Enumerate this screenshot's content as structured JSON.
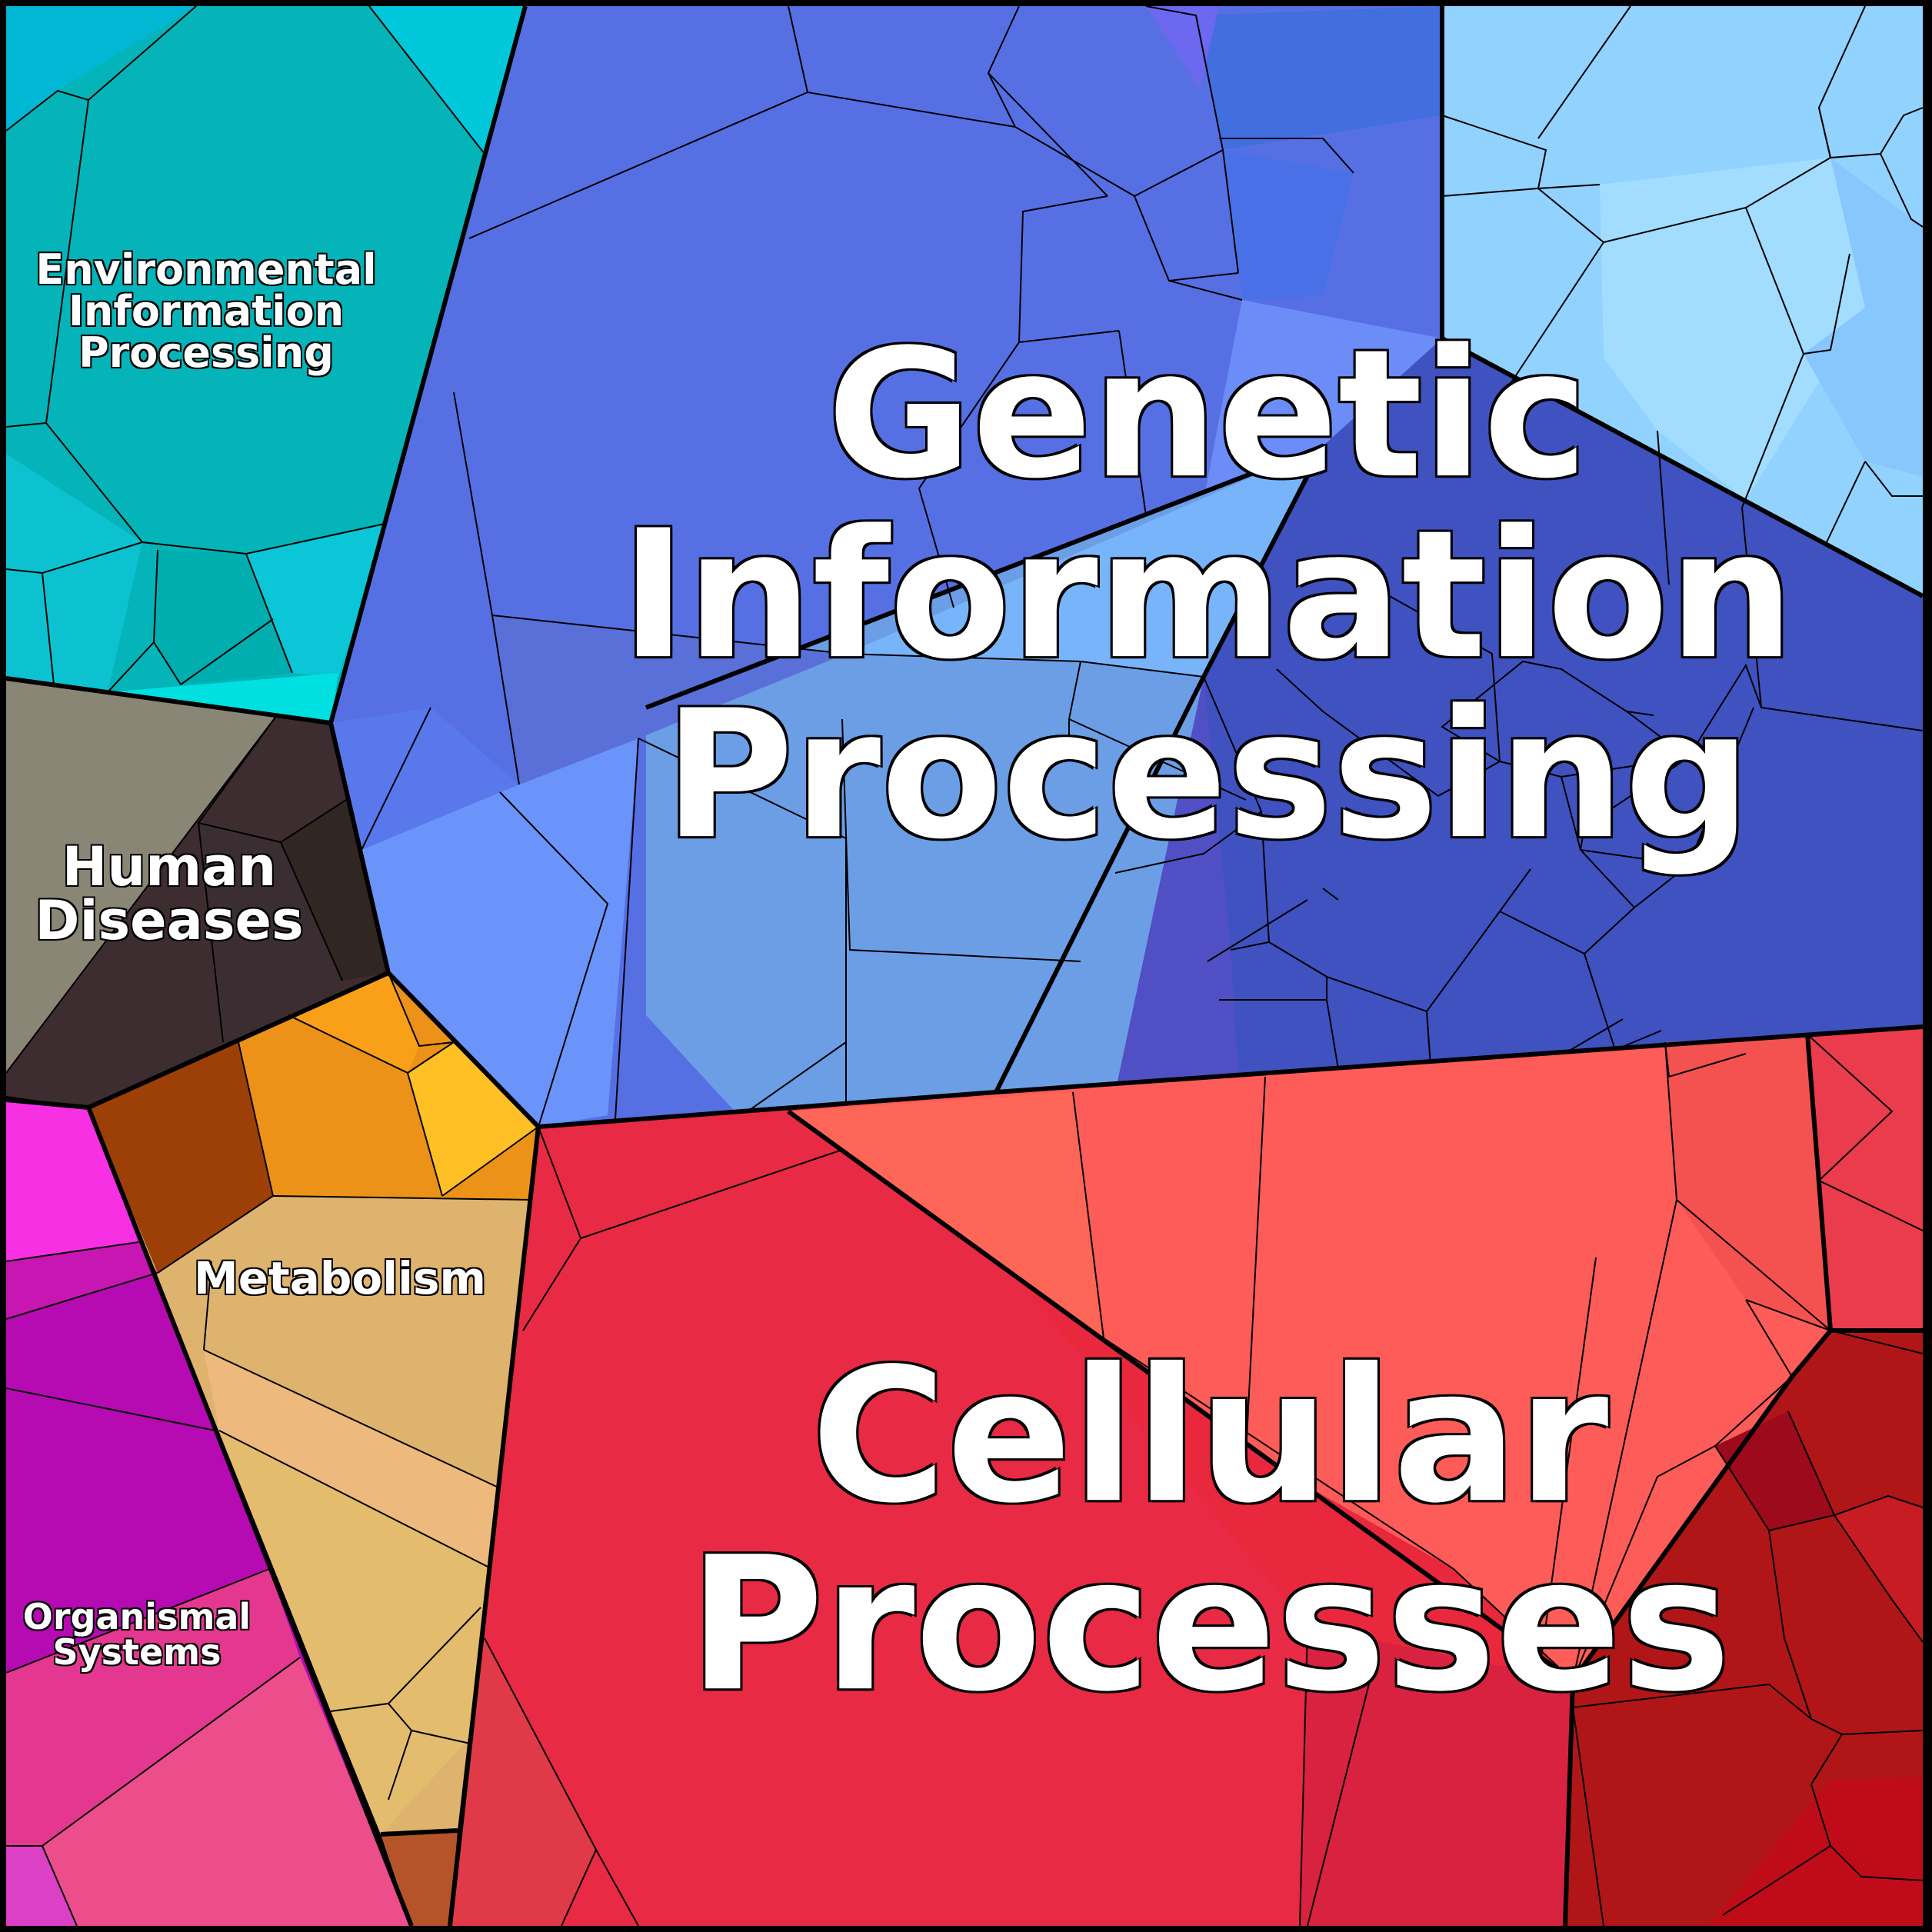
{
  "categories": [
    {
      "id": "env",
      "lines": [
        "Environmental",
        "Information",
        "Processing"
      ],
      "color": "#04b4b8"
    },
    {
      "id": "gip",
      "lines": [
        "Genetic",
        "Information",
        "Processing"
      ],
      "color": "#5670e4"
    },
    {
      "id": "hd",
      "lines": [
        "Human",
        "Diseases"
      ],
      "color": "#3d2c30"
    },
    {
      "id": "met",
      "lines": [
        "Metabolism"
      ],
      "color": "#deb36e"
    },
    {
      "id": "org",
      "lines": [
        "Organismal",
        "Systems"
      ],
      "color": "#b60ab2"
    },
    {
      "id": "cp",
      "lines": [
        "Cellular",
        "Processes"
      ],
      "color": "#e82a44"
    }
  ],
  "cell_colors": {
    "gip_light": "#92d2fe",
    "gip_dark": "#3f52c0",
    "gip_mid": "#6c9ee6",
    "cp_salmon": "#fe5c58",
    "cp_dark": "#b01618",
    "met_brown": "#9c4008",
    "met_orange": "#ec9218",
    "met_gold": "#fec024",
    "org_pink": "#ec4e8c",
    "org_magenta": "#f830e4",
    "hd_gray": "#8a8676"
  }
}
